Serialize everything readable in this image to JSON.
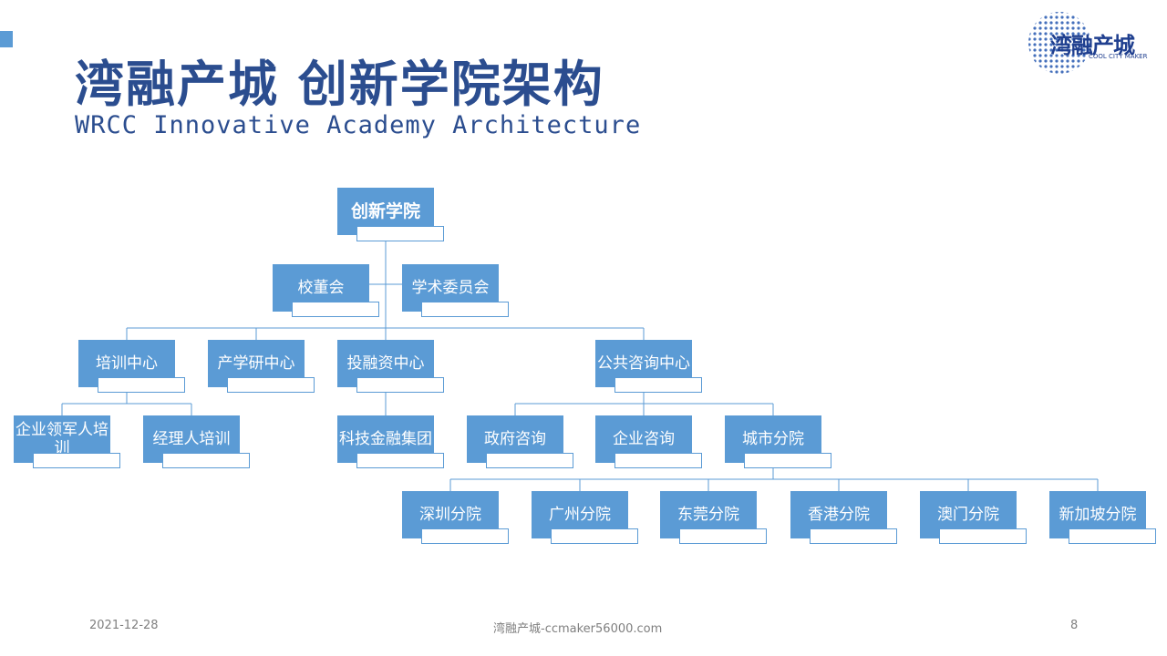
{
  "header": {
    "title": "湾融产城  创新学院架构",
    "subtitle": "WRCC Innovative Academy Architecture"
  },
  "logo": {
    "text": "湾融产城",
    "sub": "COOL CITY MAKER"
  },
  "org": {
    "root": "创新学院",
    "board": "校董会",
    "academic": "学术委员会",
    "training": "培训中心",
    "research": "产学研中心",
    "investment": "投融资中心",
    "consulting": "公共咨询中心",
    "leaders": "企业领军人培训",
    "managers": "经理人培训",
    "fintech": "科技金融集团",
    "gov": "政府咨询",
    "enterprise": "企业咨询",
    "branches": "城市分院",
    "shenzhen": "深圳分院",
    "guangzhou": "广州分院",
    "dongguan": "东莞分院",
    "hongkong": "香港分院",
    "macau": "澳门分院",
    "singapore": "新加坡分院"
  },
  "footer": {
    "date": "2021-12-28",
    "site": "湾融产城-ccmaker56000.com",
    "page": "8"
  },
  "colors": {
    "node": "#5b9bd5",
    "title": "#2b4d8f",
    "line": "#5b9bd5"
  }
}
